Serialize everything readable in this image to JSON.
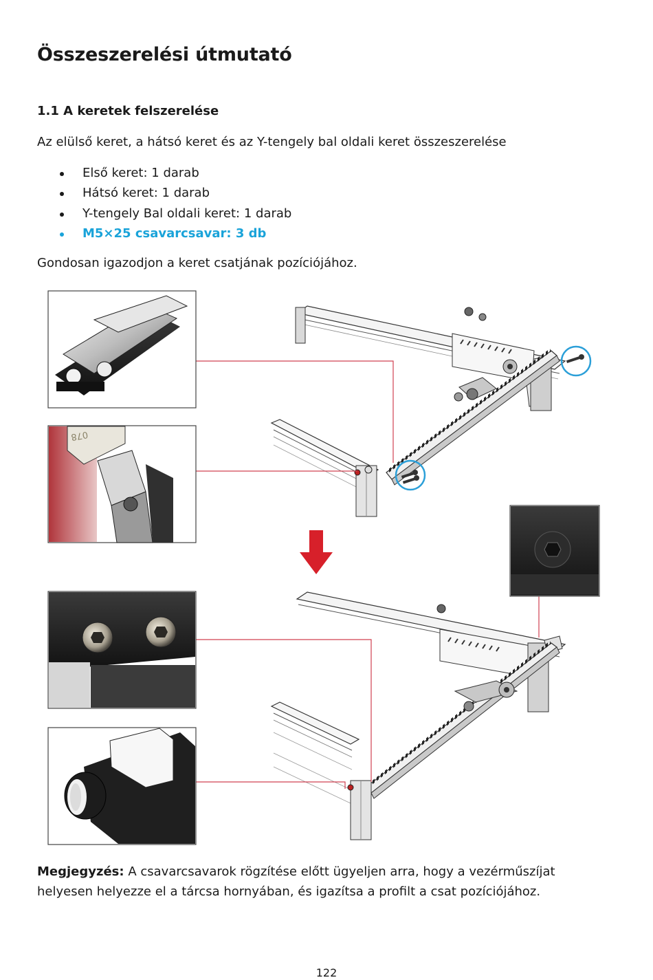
{
  "document": {
    "title": "Összeszerelési útmutató",
    "section_heading": "1.1 A keretek felszerelése",
    "intro": "Az elülső keret, a hátsó keret és az Y-tengely bal oldali keret összeszerelése",
    "parts": [
      {
        "text": "Első keret: 1 darab",
        "highlight": false
      },
      {
        "text": "Hátsó keret: 1 darab",
        "highlight": false
      },
      {
        "text": "Y-tengely Bal oldali keret: 1 darab",
        "highlight": false
      },
      {
        "text": "M5×25 csavarcsavar: 3 db",
        "highlight": true
      }
    ],
    "alignment_text": "Gondosan igazodjon a keret csatjának pozíciójához.",
    "note_label": "Megjegyzés:",
    "note_text": " A csavarcsavarok rögzítése előtt ügyeljen arra, hogy a vezérműszíjat helyesen helyezze el a tárcsa hornyában, és igazítsa a profilt a csat pozíciójához.",
    "page_number": "122"
  },
  "figure": {
    "detail_label_text": "078",
    "colors": {
      "arrow": "#d7202a",
      "leader_lines": "#d04050",
      "callout_circle": "#2b9fd8",
      "frame_stroke": "#333333",
      "detail_dark": "#1c1c1c"
    }
  }
}
